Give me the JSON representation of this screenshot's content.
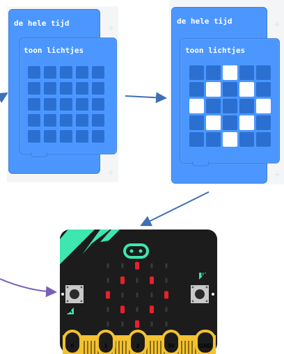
{
  "block1": {
    "loop_label": "de hele tijd",
    "show_label": "toon lichtjes",
    "leds": [
      [
        0,
        0,
        0,
        0,
        0
      ],
      [
        0,
        0,
        0,
        0,
        0
      ],
      [
        0,
        0,
        0,
        0,
        0
      ],
      [
        0,
        0,
        0,
        0,
        0
      ],
      [
        0,
        0,
        0,
        0,
        0
      ]
    ]
  },
  "block2": {
    "loop_label": "de hele tijd",
    "show_label": "toon lichtjes",
    "leds": [
      [
        0,
        0,
        1,
        0,
        0
      ],
      [
        0,
        1,
        0,
        1,
        0
      ],
      [
        1,
        0,
        0,
        0,
        1
      ],
      [
        0,
        1,
        0,
        1,
        0
      ],
      [
        0,
        0,
        1,
        0,
        0
      ]
    ]
  },
  "microbit": {
    "leds": [
      [
        0,
        0,
        1,
        0,
        0
      ],
      [
        0,
        1,
        0,
        1,
        0
      ],
      [
        1,
        0,
        0,
        0,
        1
      ],
      [
        0,
        1,
        0,
        1,
        0
      ],
      [
        0,
        0,
        1,
        0,
        0
      ]
    ],
    "button_a": "A",
    "button_b": "B",
    "pins": [
      "0",
      "1",
      "2",
      "3V",
      "GND"
    ]
  },
  "colors": {
    "block": "#4c97ff",
    "led_off": "#2b6fd1",
    "led_on": "#ffffff",
    "board": "#1c1c1c",
    "accent": "#3ee6b0",
    "arrow_blue": "#3f6fb6",
    "arrow_purple": "#7a5fb8",
    "led_red": "#e8212d",
    "pin_gold": "#f2c230"
  }
}
